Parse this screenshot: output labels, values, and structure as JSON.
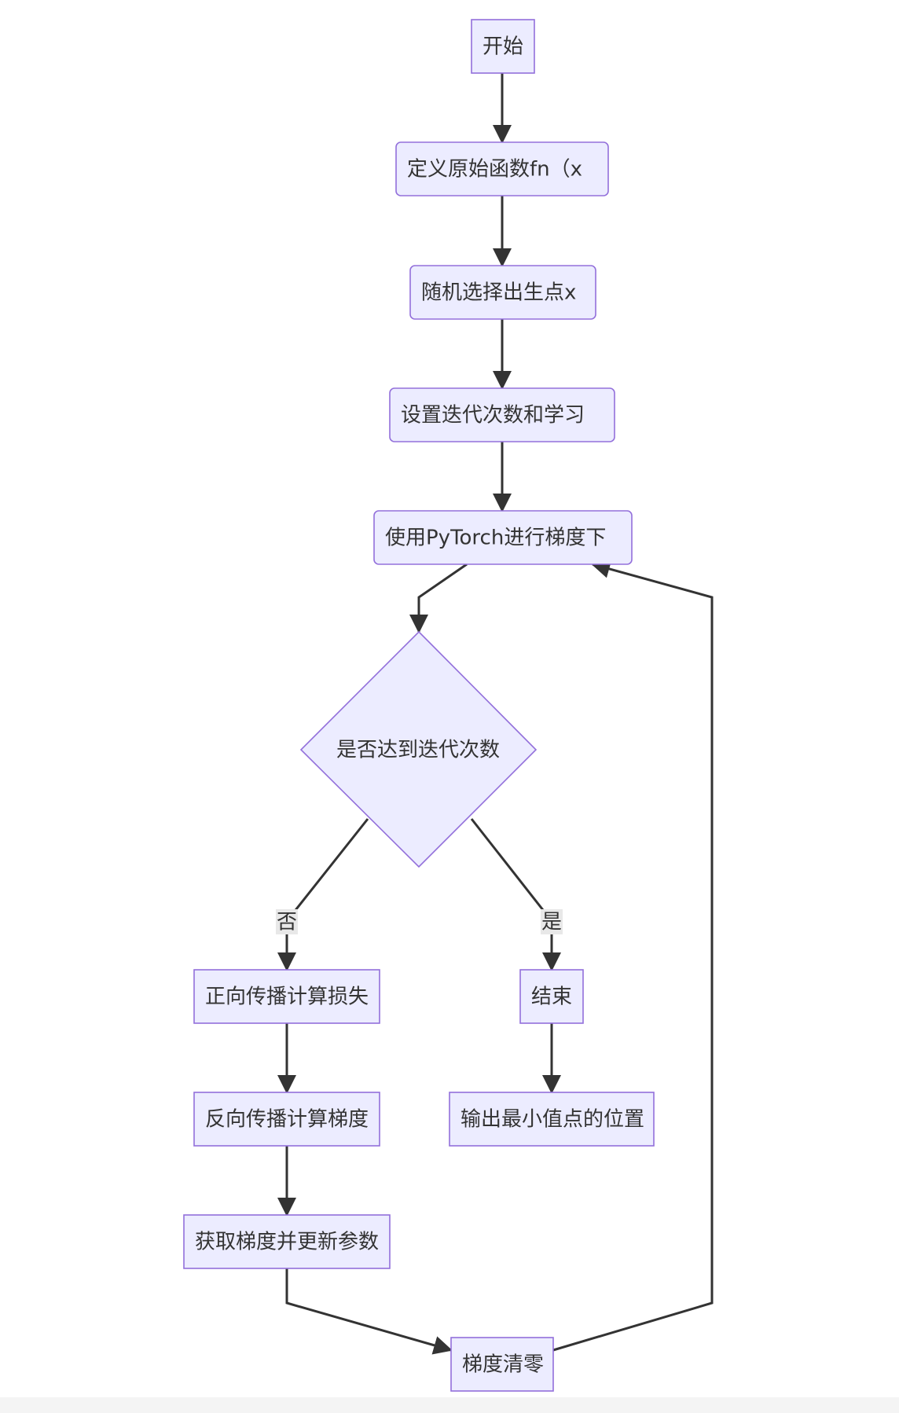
{
  "diagram": {
    "nodes": {
      "start": "开始",
      "define_fn": "定义原始函数fn（x",
      "random_point": "随机选择出生点x",
      "set_params": "设置迭代次数和学习",
      "use_pytorch": "使用PyTorch进行梯度下",
      "decision": "是否达到迭代次数",
      "forward": "正向传播计算损失",
      "end": "结束",
      "backward": "反向传播计算梯度",
      "output": "输出最小值点的位置",
      "update": "获取梯度并更新参数",
      "zero_grad": "梯度清零"
    },
    "edge_labels": {
      "no": "否",
      "yes": "是"
    },
    "colors": {
      "node_fill": "#ececff",
      "node_stroke": "#9370db",
      "edge": "#333333",
      "text": "#333333",
      "label_bg": "#e8e8e8"
    }
  }
}
